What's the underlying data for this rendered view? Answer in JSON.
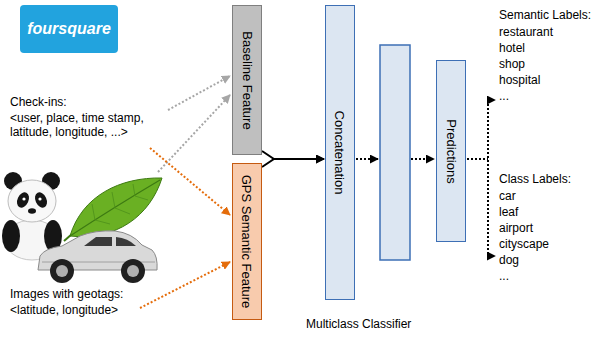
{
  "diagram": {
    "nodes": [
      {
        "text": [
          "Baseline Feature"
        ]
      },
      {
        "text": [
          "GPS Semantic Feature"
        ]
      },
      {
        "text": [
          "Concatenation"
        ]
      },
      {
        "text": [
          "Predictions"
        ]
      }
    ],
    "edges": [
      {
        "from": 0,
        "to": 2,
        "arrow": "to"
      },
      {
        "from": 1,
        "to": 2,
        "arrow": "to"
      }
    ],
    "labels": [
      "foursquare",
      "Check-ins:",
      "<user, place, time stamp, latitude, longitude, ...>",
      "Images with geotags:",
      "<latitude, longitude>",
      "Multiclass Classifier",
      "Semantic Labels:",
      "restaurant",
      "hotel",
      "shop",
      "hospital",
      "...",
      "Class Labels:",
      "car",
      "leaf",
      "airport",
      "cityscape",
      "dog",
      "..."
    ]
  }
}
